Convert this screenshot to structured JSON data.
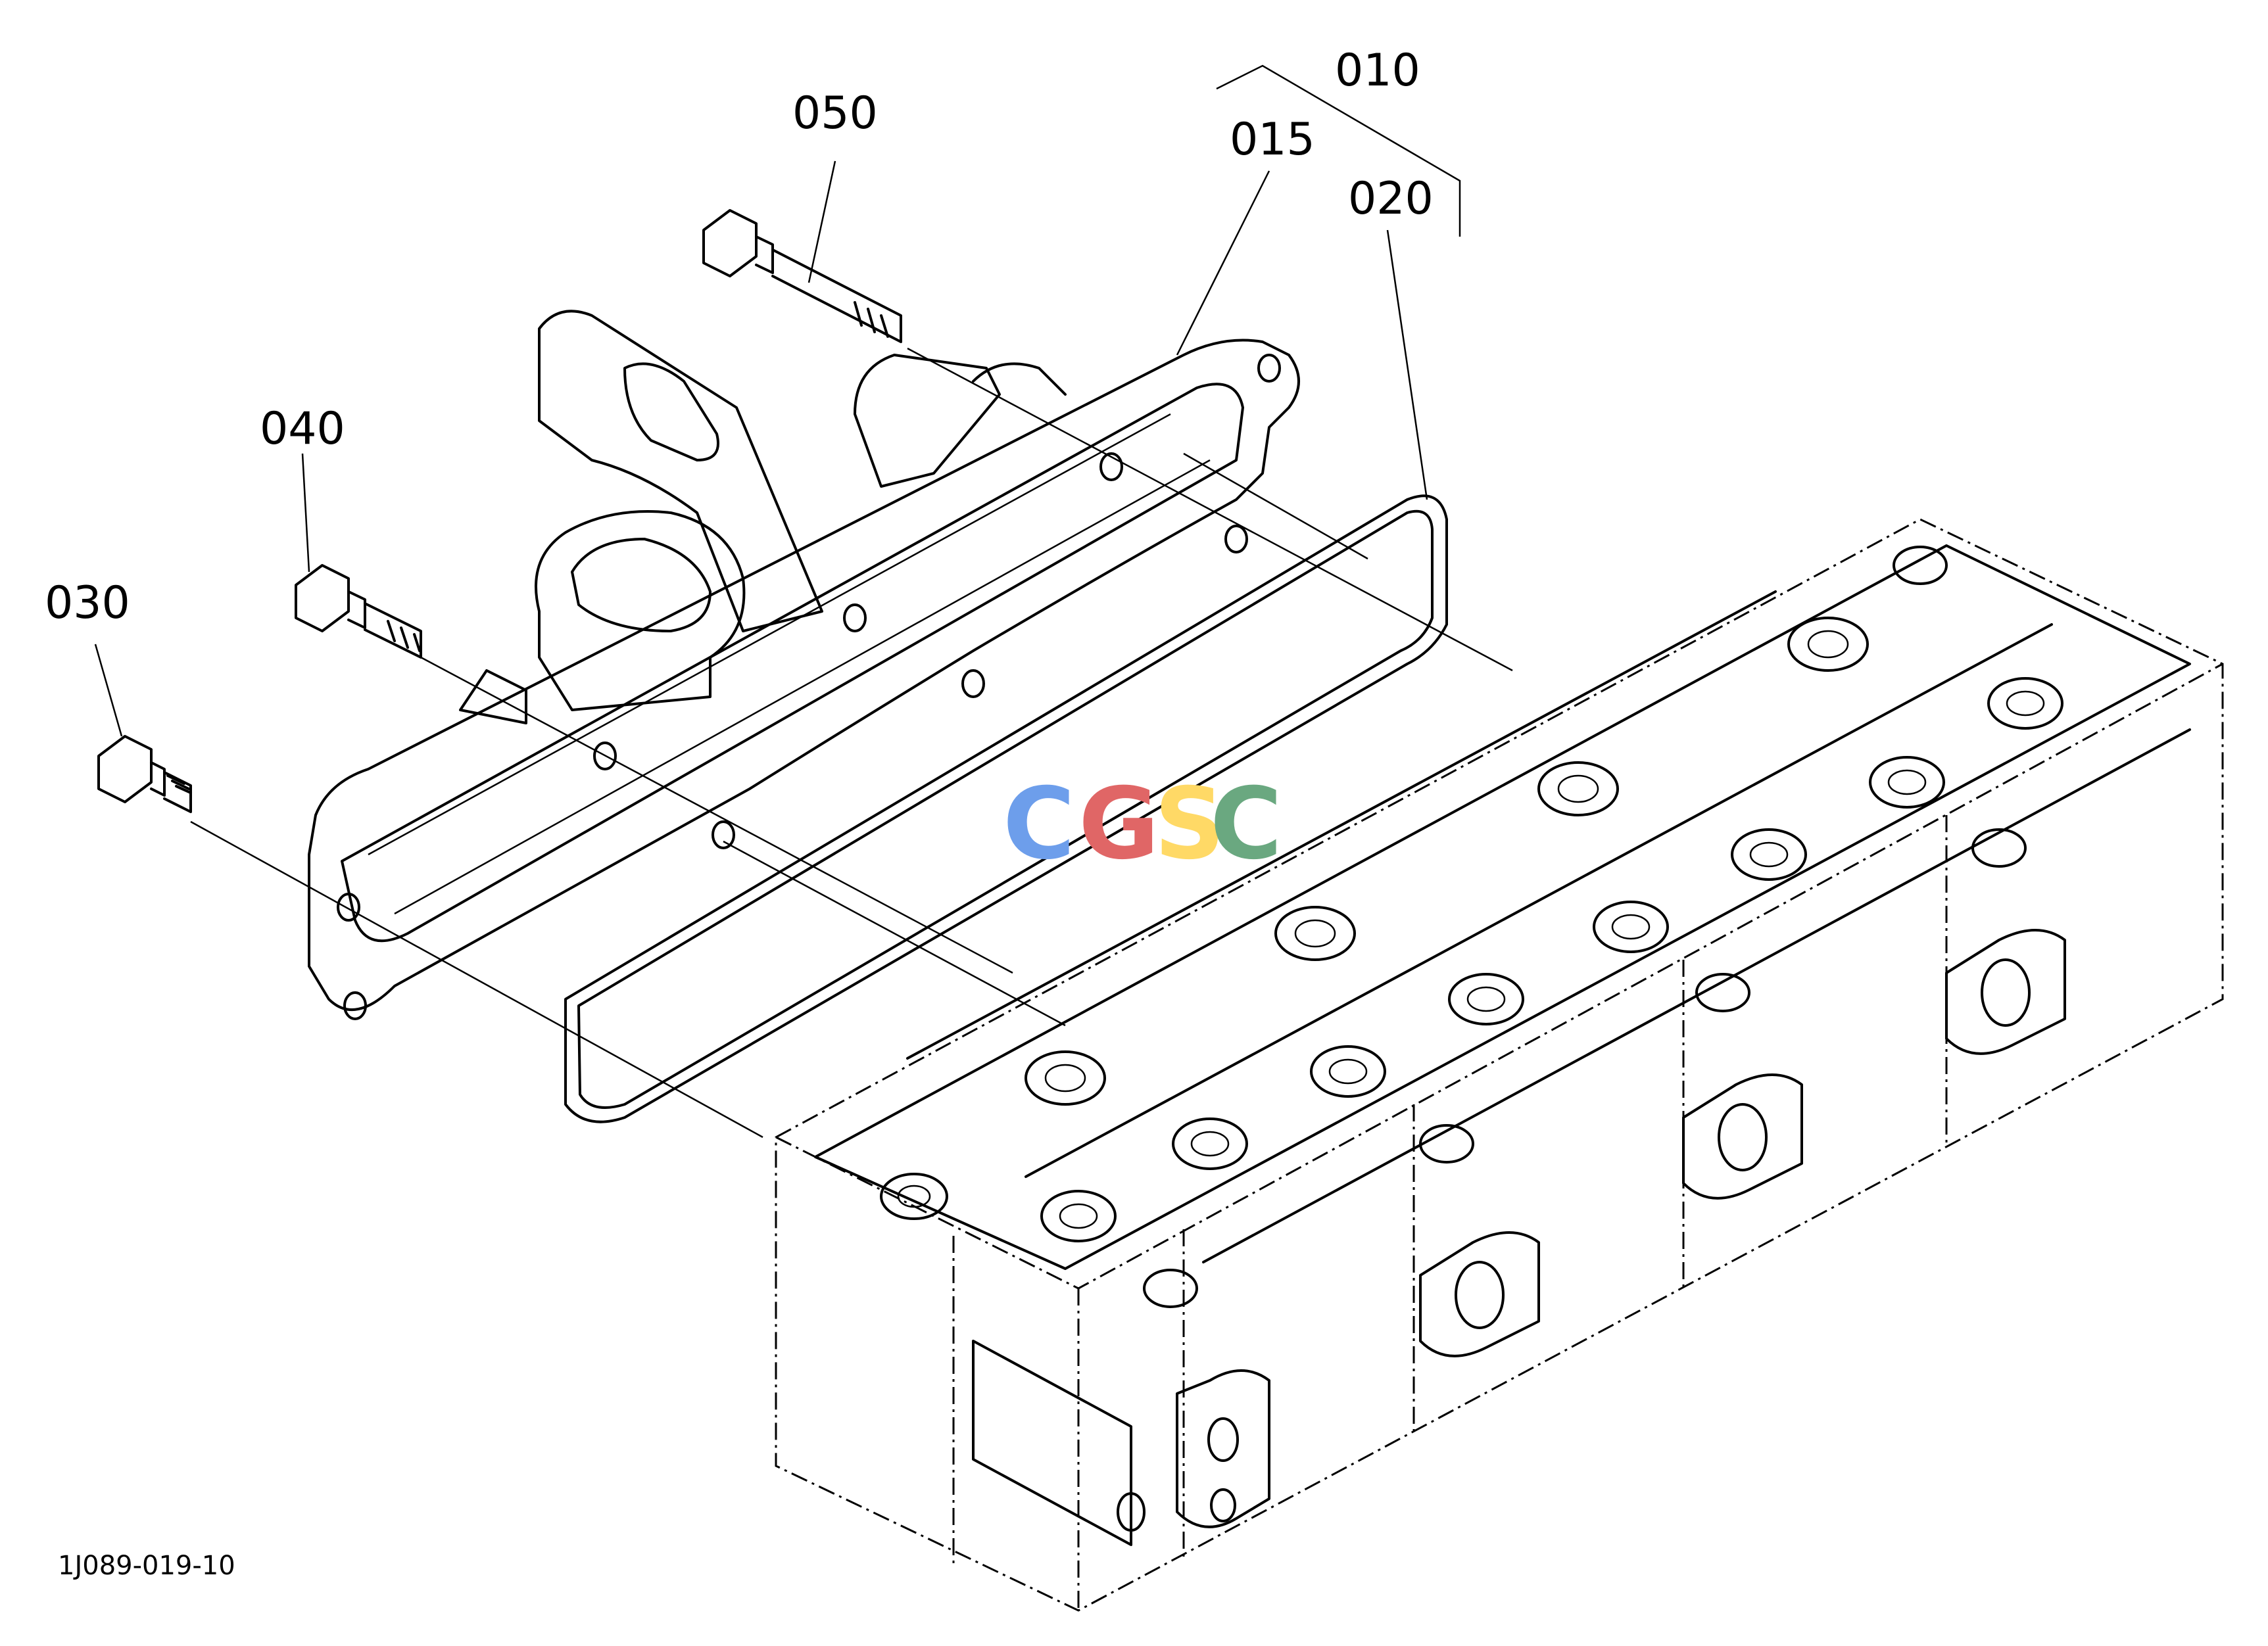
{
  "callouts": [
    {
      "id": "010",
      "label": "010"
    },
    {
      "id": "015",
      "label": "015"
    },
    {
      "id": "020",
      "label": "020"
    },
    {
      "id": "030",
      "label": "030"
    },
    {
      "id": "040",
      "label": "040"
    },
    {
      "id": "050",
      "label": "050"
    }
  ],
  "reference_code": "1J089-019-10",
  "watermark": {
    "letters": [
      "C",
      "G",
      "S",
      "C"
    ],
    "colors": [
      "#6d9eeb",
      "#e06666",
      "#ffd966",
      "#6aa880"
    ]
  }
}
